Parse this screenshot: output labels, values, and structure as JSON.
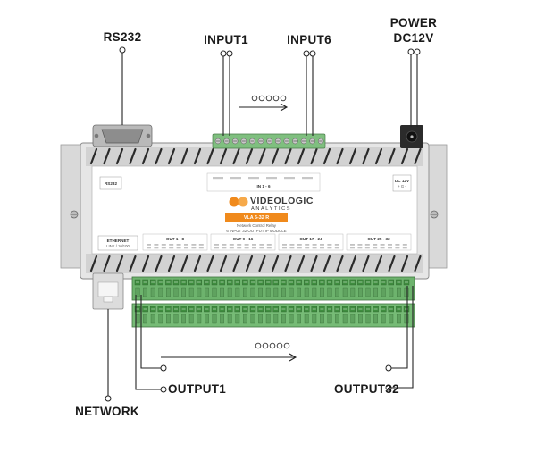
{
  "callouts": {
    "rs232": "RS232",
    "input_first": "INPUT1",
    "input_last": "INPUT6",
    "power_line1": "POWER",
    "power_line2": "DC12V",
    "network": "NETWORK",
    "output_first": "OUTPUT1",
    "output_last": "OUTPUT32"
  },
  "panel": {
    "rs232_label": "RS232",
    "in_block_label": "IN 1 - 6",
    "dc_label_line1": "DC 12V",
    "dc_label_line2": "+ G -",
    "brand_name": "VIDEOLOGIC",
    "brand_sub": "ANALYTICS",
    "model": "VLA 6-32 R",
    "desc_line1": "Network Control Relay",
    "desc_line2": "6 INPUT 32 OUTPUT IP MODULE",
    "ethernet_line1": "ETHERNET",
    "ethernet_line2": "LINK / 10/100",
    "out_groups": [
      "OUT 1 - 8",
      "OUT 9 - 16",
      "OUT 17 - 24",
      "OUT 25 - 32"
    ]
  },
  "colors": {
    "accent": "#f08a1c",
    "terminal_green": "#6db36d",
    "enclosure": "#e6e6e6",
    "label": "#1a1a1a"
  }
}
